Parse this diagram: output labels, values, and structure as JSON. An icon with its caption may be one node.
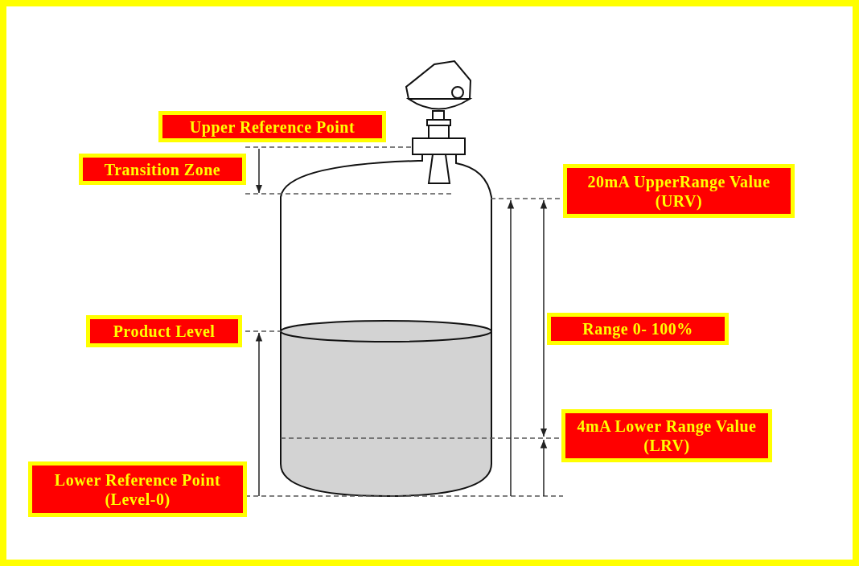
{
  "diagram": {
    "nodes": [
      {
        "text": [
          "Upper Reference Point"
        ]
      },
      {
        "text": [
          "Transition Zone"
        ]
      },
      {
        "text": [
          "20mA UpperRange Value (URV)"
        ]
      },
      {
        "text": [
          "Product Level"
        ]
      },
      {
        "text": [
          "Range 0- 100%"
        ]
      },
      {
        "text": [
          "4mA Lower Range Value (LRV)"
        ]
      },
      {
        "text": [
          "Lower Reference Point (Level-0)"
        ]
      }
    ],
    "edges": []
  }
}
